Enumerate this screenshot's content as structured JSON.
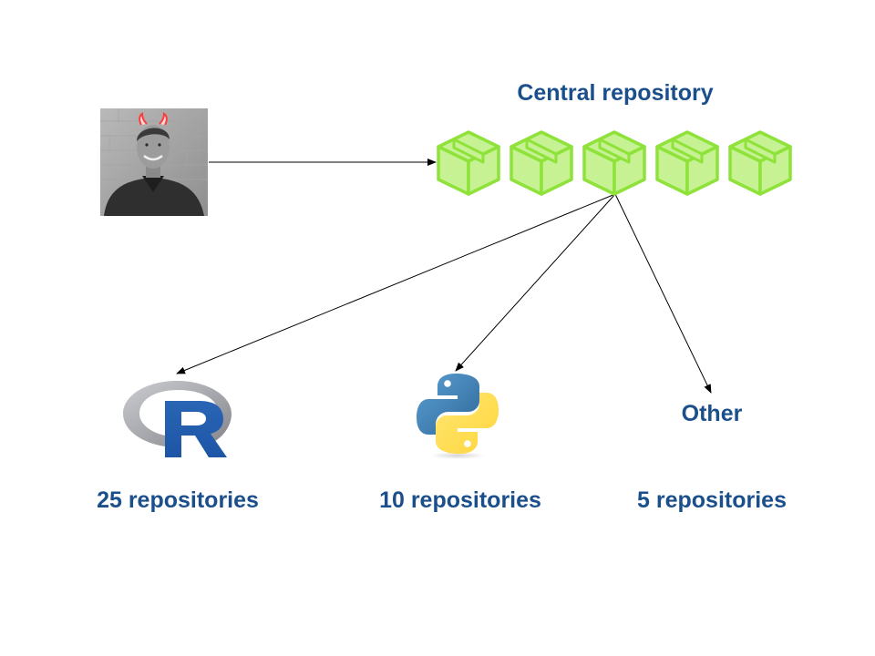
{
  "diagram": {
    "central_title": "Central repository",
    "other_label": "Other",
    "counts": {
      "r": "25 repositories",
      "python": "10 repositories",
      "other": "5 repositories"
    },
    "package_count": 5
  },
  "colors": {
    "label": "#1b4f8c",
    "package_fill": "#c6f294",
    "package_stroke": "#8fe23a",
    "arrow": "#000000"
  },
  "icons": {
    "person": "person-photo-with-devil-horns",
    "package": "package-box-icon",
    "r": "r-logo-icon",
    "python": "python-logo-icon"
  }
}
